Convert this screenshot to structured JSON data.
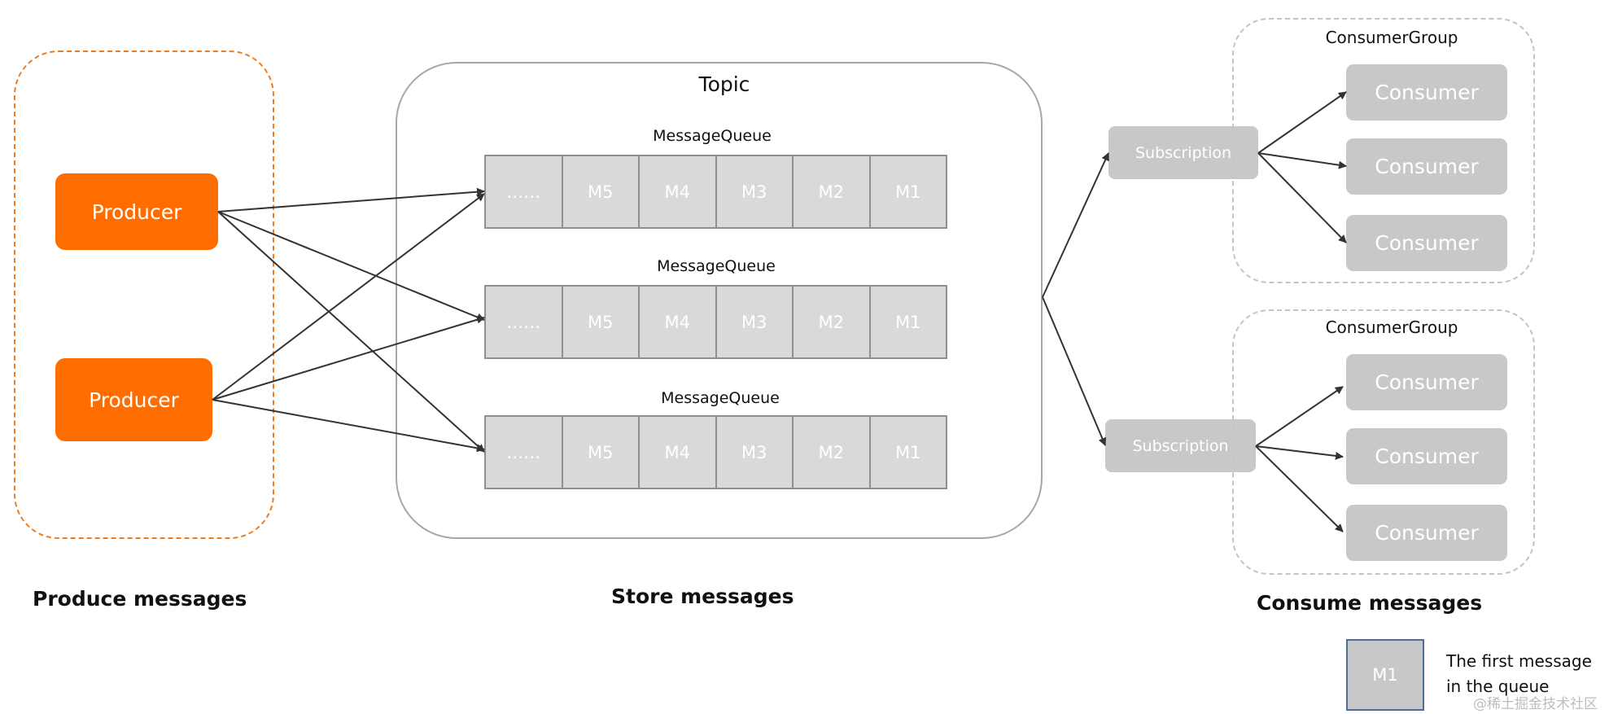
{
  "producers": [
    "Producer",
    "Producer"
  ],
  "topic": {
    "title": "Topic",
    "queues": [
      {
        "label": "MessageQueue",
        "cells": [
          "……",
          "M5",
          "M4",
          "M3",
          "M2",
          "M1"
        ]
      },
      {
        "label": "MessageQueue",
        "cells": [
          "……",
          "M5",
          "M4",
          "M3",
          "M2",
          "M1"
        ]
      },
      {
        "label": "MessageQueue",
        "cells": [
          "……",
          "M5",
          "M4",
          "M3",
          "M2",
          "M1"
        ]
      }
    ]
  },
  "subscriptions": [
    "Subscription",
    "Subscription"
  ],
  "consumer_groups": [
    {
      "title": "ConsumerGroup",
      "consumers": [
        "Consumer",
        "Consumer",
        "Consumer"
      ]
    },
    {
      "title": "ConsumerGroup",
      "consumers": [
        "Consumer",
        "Consumer",
        "Consumer"
      ]
    }
  ],
  "sections": {
    "produce": "Produce messages",
    "store": "Store messages",
    "consume": "Consume messages"
  },
  "legend": {
    "cell": "M1",
    "line1": "The first message",
    "line2": "in the queue"
  },
  "watermark": "@稀土掘金技术社区",
  "colors": {
    "producer": "#ff6d00",
    "producer_group_border": "#ef7d1f",
    "gray_box": "#c8c8c8",
    "queue_cell": "#d9d9d9",
    "arrow": "#333333"
  }
}
